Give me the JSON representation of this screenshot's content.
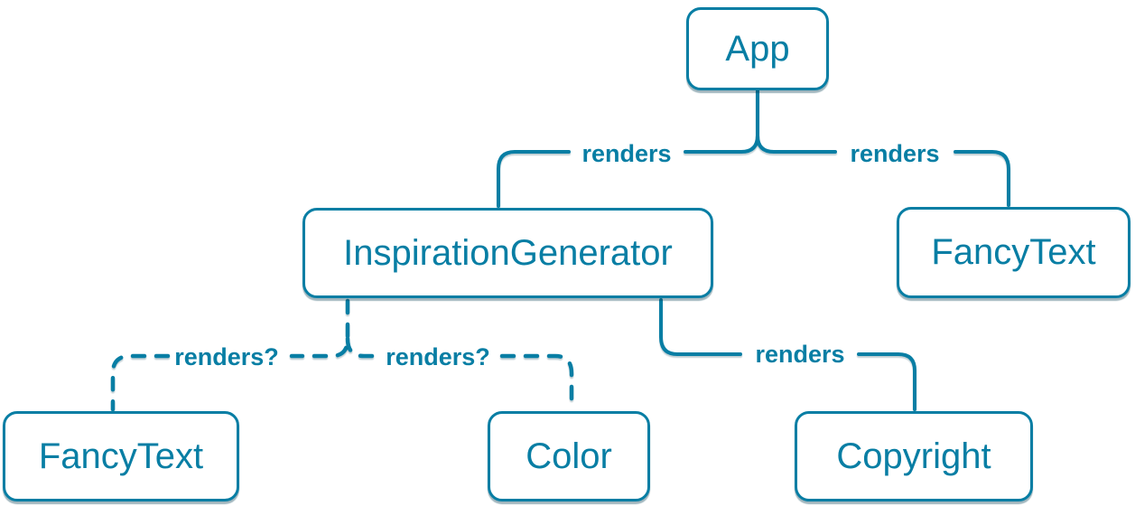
{
  "colors": {
    "accent": "#087ea4",
    "node_fill": "#ffffff"
  },
  "nodes": {
    "app": "App",
    "inspiration_generator": "InspirationGenerator",
    "fancy_text_top": "FancyText",
    "fancy_text_bottom": "FancyText",
    "color": "Color",
    "copyright": "Copyright"
  },
  "edges": {
    "app_to_inspiration_generator": {
      "label": "renders",
      "style": "solid"
    },
    "app_to_fancy_text": {
      "label": "renders",
      "style": "solid"
    },
    "inspiration_generator_to_fancy_text": {
      "label": "renders?",
      "style": "dashed"
    },
    "inspiration_generator_to_color": {
      "label": "renders?",
      "style": "dashed"
    },
    "inspiration_generator_to_copyright": {
      "label": "renders",
      "style": "solid"
    }
  }
}
